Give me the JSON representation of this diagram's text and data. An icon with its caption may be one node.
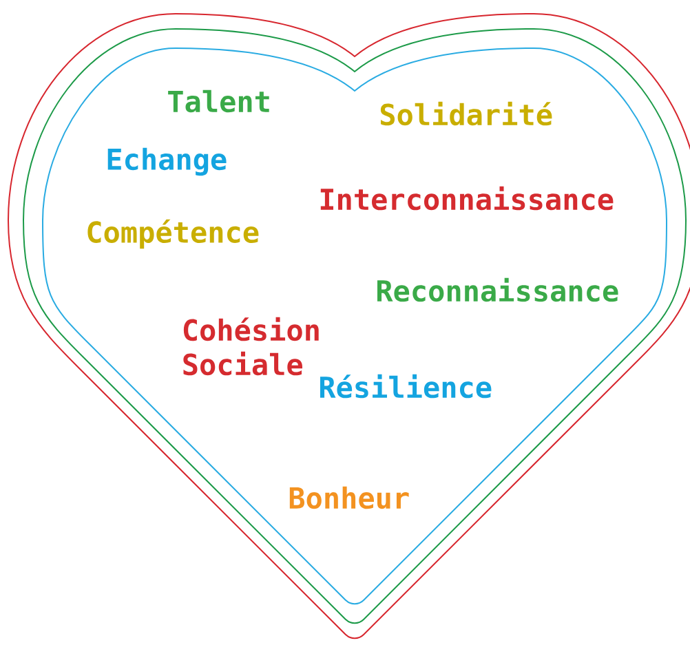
{
  "diagram": {
    "nodes": [
      {
        "text": [],
        "shape": "heart"
      },
      {
        "text": [],
        "shape": "heart",
        "in": 0
      },
      {
        "text": [],
        "shape": "heart",
        "in": 1
      }
    ],
    "labels": [
      "Talent",
      "Solidarité",
      "Echange",
      "Interconnaissance",
      "Compétence",
      "Reconnaissance",
      "Cohésion Sociale",
      "Résilience",
      "Bonheur"
    ]
  }
}
